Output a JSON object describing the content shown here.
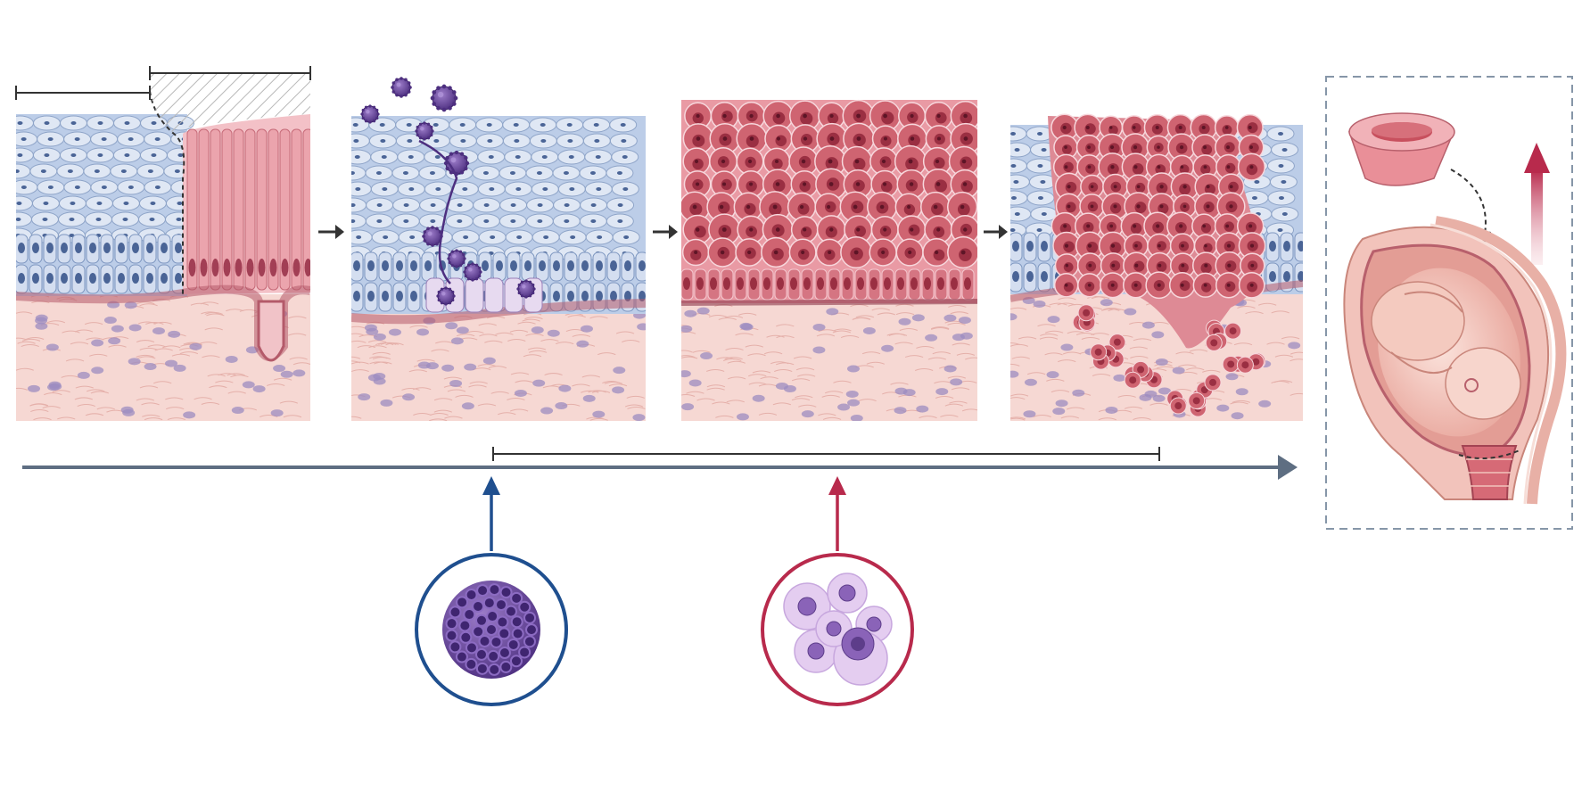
{
  "diagram": {
    "panels": [
      {
        "stage": "normal-transformation-zone"
      },
      {
        "stage": "hpv-infection"
      },
      {
        "stage": "high-grade-lesion"
      },
      {
        "stage": "invasive-carcinoma"
      }
    ],
    "icons": {
      "virus": "hpv-virus-icon",
      "abnormal_cells": "abnormal-cells-icon",
      "cone": "cone-biopsy-icon",
      "pregnancy": "pregnant-uterus-icon"
    },
    "colors": {
      "squamous": "#bccde8",
      "squamous_dark": "#4a6496",
      "columnar": "#eba4ad",
      "stroma": "#f6d8d3",
      "lesion": "#cf6471",
      "lesion_dark": "#9a2f42",
      "virus": "#6c4a9c",
      "timeline": "#5e6e82",
      "blue_marker": "#1f4f8f",
      "red_marker": "#b82a4c",
      "dash_box": "#8696a8"
    }
  }
}
